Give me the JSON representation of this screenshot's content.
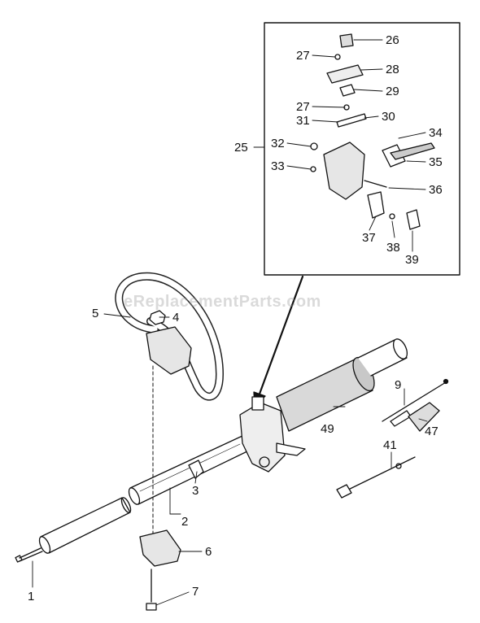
{
  "watermark": "eReplacementParts.com",
  "callouts": {
    "n1": "1",
    "n2": "2",
    "n3": "3",
    "n4": "4",
    "n5": "5",
    "n6": "6",
    "n7": "7",
    "n9": "9",
    "n25": "25",
    "n26": "26",
    "n27a": "27",
    "n27b": "27",
    "n28": "28",
    "n29": "29",
    "n30": "30",
    "n31": "31",
    "n32": "32",
    "n33": "33",
    "n34": "34",
    "n35": "35",
    "n36": "36",
    "n37": "37",
    "n38": "38",
    "n39": "39",
    "n41": "41",
    "n47": "47",
    "n49": "49"
  }
}
